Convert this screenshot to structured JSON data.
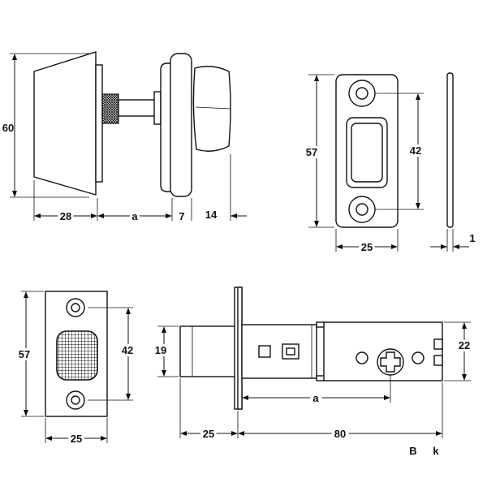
{
  "dimensions": {
    "knob_height": "60",
    "rose_depth": "28",
    "spindle_a": "a",
    "plate_thickness": "7",
    "turn_depth": "14",
    "strike_height": "57",
    "strike_hole_spacing": "42",
    "strike_width": "25",
    "strike_thickness": "1",
    "face_height": "57",
    "face_hole_spacing": "42",
    "face_width": "25",
    "latch_face_height": "19",
    "latch_case_height": "22",
    "latch_a": "a",
    "latch_bolt_length": "25",
    "latch_backset": "80"
  },
  "labels": {
    "label_b": "B",
    "label_k": "k"
  },
  "colors": {
    "ink": "#111111",
    "background": "#ffffff",
    "shade": "#e9e9e9"
  }
}
